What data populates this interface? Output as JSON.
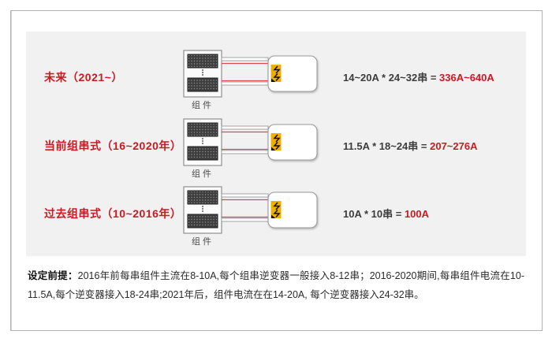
{
  "rows": [
    {
      "label": "未来（2021~）",
      "module_label": "组件",
      "formula": "14~20A * 24~32串 = ",
      "result": "336A~640A"
    },
    {
      "label": "当前组串式（16~2020年）",
      "module_label": "组件",
      "formula": "11.5A * 18~24串 = ",
      "result": "207~276A"
    },
    {
      "label": "过去组串式（10~2016年）",
      "module_label": "组件",
      "formula": "10A * 10串 = ",
      "result": "100A"
    }
  ],
  "note": {
    "title": "设定前提：",
    "body": "2016年前每串组件主流在8-10A,每个组串逆变器一般接入8-12串；2016-2020期间,每串组件电流在10-11.5A,每个逆变器接入18-24串;2021年后，组件电流在在14-20A, 每个逆变器接入24-32串。"
  },
  "colors": {
    "accent_red": "#c81a20",
    "wire_red": "#db4a50",
    "panel_background": "#f1f1f2",
    "icon_yellow": "#efae00",
    "solar_panel_dark": "#3e3e3e"
  }
}
